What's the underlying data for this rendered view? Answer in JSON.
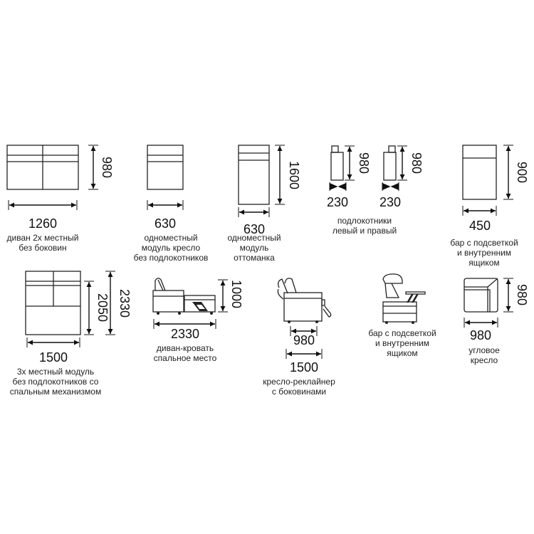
{
  "items": [
    {
      "width": "1260",
      "height": "980",
      "desc": [
        "диван 2х местный",
        "без боковин"
      ]
    },
    {
      "width": "630",
      "desc": [
        "одноместный",
        "модуль кресло",
        "без подлокотников"
      ]
    },
    {
      "width": "630",
      "height": "1600",
      "desc": [
        "одноместный",
        "модуль",
        "оттоманка"
      ]
    },
    {
      "width_left": "230",
      "height_left": "980",
      "width_right": "230",
      "height_right": "980",
      "desc": [
        "подлокотники",
        "левый и правый"
      ]
    },
    {
      "width": "450",
      "height": "900",
      "desc": [
        "бар с подсветкой",
        "и внутренним",
        "ящиком"
      ]
    },
    {
      "width": "1500",
      "height_inner": "2050",
      "height": "2330",
      "desc": [
        "3х местный модуль",
        "без подлокотников со",
        "спальным механизмом"
      ]
    },
    {
      "width": "2330",
      "height": "1000",
      "desc": [
        "диван-кровать",
        "спальное место"
      ]
    },
    {
      "width_seat": "980",
      "width": "1500",
      "desc": [
        "кресло-реклайнер",
        "с боковинами"
      ]
    },
    {
      "desc": [
        "бар с подсветкой",
        "и внутренним",
        "ящиком"
      ]
    },
    {
      "width": "980",
      "height": "980",
      "desc": [
        "угловое",
        "кресло"
      ]
    }
  ]
}
